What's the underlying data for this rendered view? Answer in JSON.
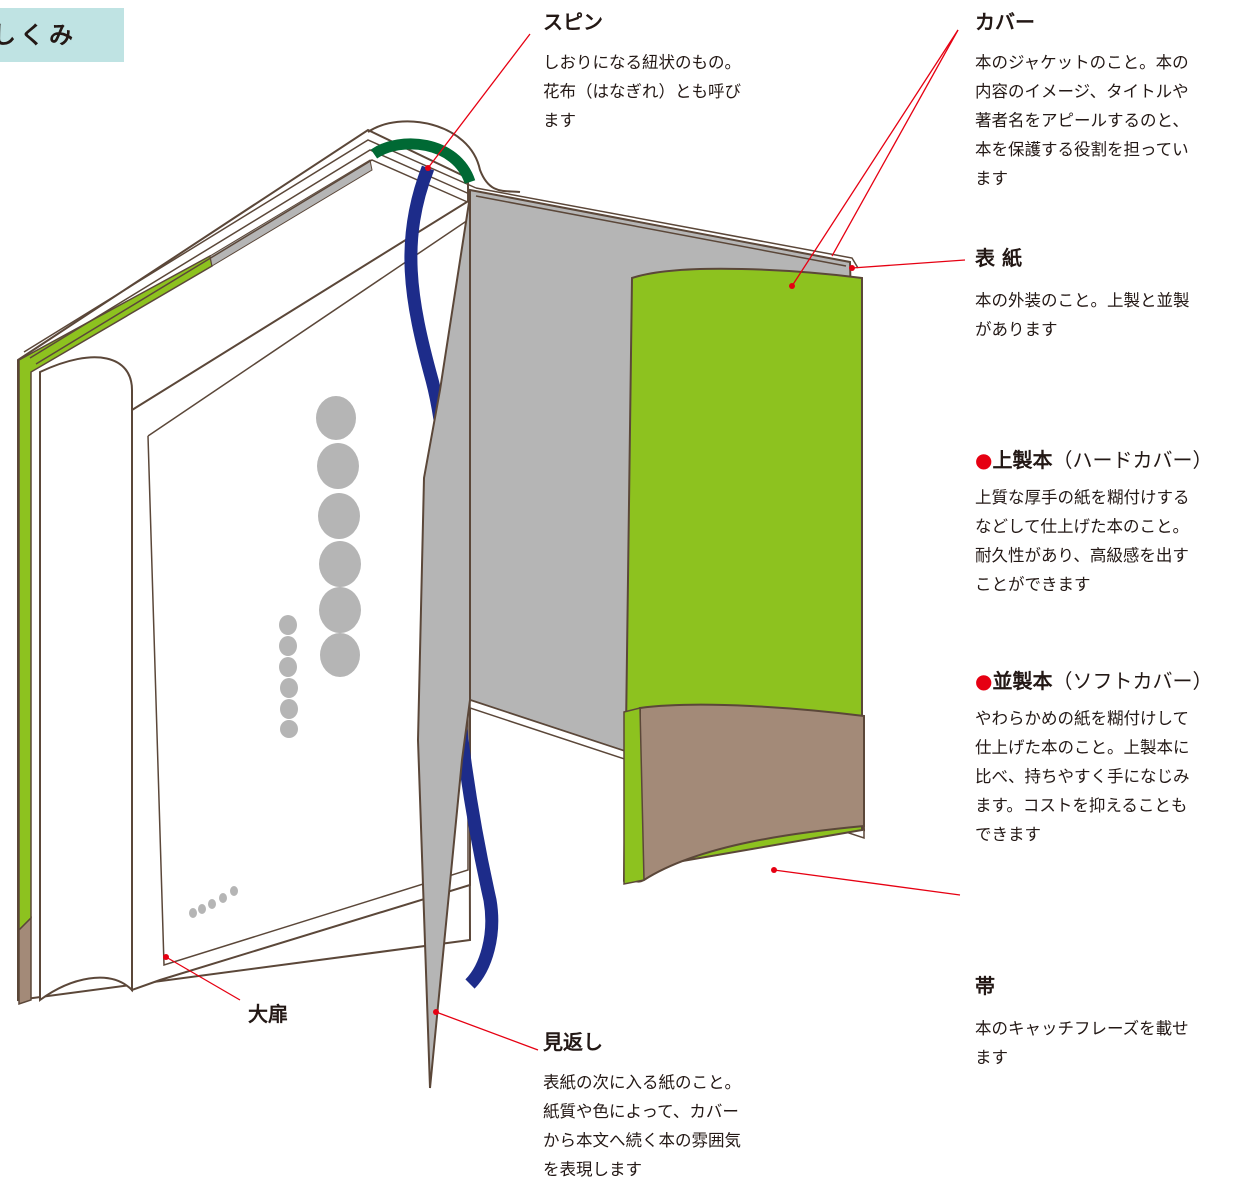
{
  "header": {
    "title": "しくみ"
  },
  "colors": {
    "green": "#8dc21f",
    "brown": "#a38a78",
    "gray": "#b5b5b5",
    "navy": "#1d2c8a",
    "dark_green": "#006934",
    "leader_red": "#e60012",
    "outline": "#5b4739"
  },
  "labels": {
    "spine": {
      "name": "スピン",
      "description": "しおりになる紐状のもの。\n花布（はなぎれ）とも呼び\nます"
    },
    "cover": {
      "name": "カバー",
      "description": "本のジャケットのこと。本の\n内容のイメージ、タイトルや\n著者名をアピールするのと、\n本を保護する役割を担ってい\nます"
    },
    "hyoshi": {
      "name": "表 紙",
      "description": "本の外装のこと。上製と並製\nがあります"
    },
    "hardcover": {
      "marker": "●",
      "name": "上製本",
      "sub": "（ハードカバー）",
      "description": "上質な厚手の紙を糊付けする\nなどして仕上げた本のこと。\n耐久性があり、高級感を出す\nことができます"
    },
    "softcover": {
      "marker": "●",
      "name": "並製本",
      "sub": "（ソフトカバー）",
      "description": "やわらかめの紙を糊付けして\n仕上げた本のこと。上製本に\n比べ、持ちやすく手になじみ\nます。コストを抑えることも\nできます"
    },
    "obi": {
      "name": "帯",
      "description": "本のキャッチフレーズを載せ\nます"
    },
    "tobira": {
      "name": "大扉"
    },
    "mikaeshi": {
      "name": "見返し",
      "description": "表紙の次に入る紙のこと。\n紙質や色によって、カバー\nから本文へ続く本の雰囲気\nを表現します"
    }
  }
}
